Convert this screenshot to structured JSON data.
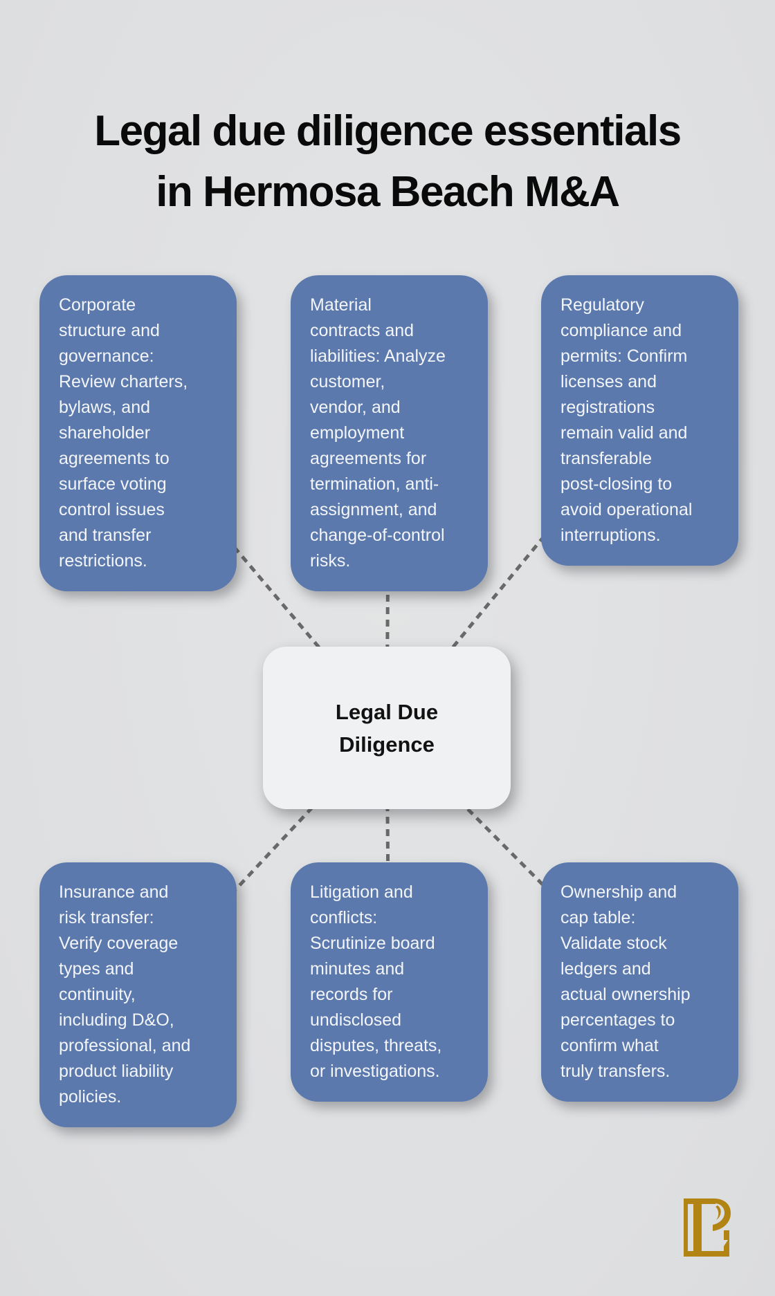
{
  "title": {
    "lines": [
      "Legal due diligence essentials",
      "in Hermosa Beach M&A"
    ]
  },
  "center_node": {
    "label_lines": [
      "Legal Due",
      "Diligence"
    ]
  },
  "nodes": [
    {
      "id": "corporate-structure",
      "lines": [
        "Corporate",
        "structure and",
        "governance:",
        "Review charters,",
        "bylaws, and",
        "shareholder",
        "agreements to",
        "surface voting",
        "control issues",
        "and transfer",
        "restrictions."
      ]
    },
    {
      "id": "material-contracts",
      "lines": [
        "Material",
        "contracts and",
        "liabilities: Analyze",
        "customer,",
        "vendor, and",
        "employment",
        "agreements for",
        "termination, anti-",
        "assignment, and",
        "change-of-control",
        "risks."
      ]
    },
    {
      "id": "regulatory-compliance",
      "lines": [
        "Regulatory",
        "compliance and",
        "permits: Confirm",
        "licenses and",
        "registrations",
        "remain valid and",
        "transferable",
        "post-closing to",
        "avoid operational",
        "interruptions."
      ]
    },
    {
      "id": "insurance-risk-transfer",
      "lines": [
        "Insurance and",
        "risk transfer:",
        "Verify coverage",
        "types and",
        "continuity,",
        "including D&O,",
        "professional, and",
        "product liability",
        "policies."
      ]
    },
    {
      "id": "litigation-conflicts",
      "lines": [
        "Litigation and",
        "conflicts:",
        "Scrutinize board",
        "minutes and",
        "records for",
        "undisclosed",
        "disputes, threats,",
        "or investigations."
      ]
    },
    {
      "id": "ownership-cap-table",
      "lines": [
        "Ownership and",
        "cap table:",
        "Validate stock",
        "ledgers and",
        "actual ownership",
        "percentages to",
        "confirm what",
        "truly transfers."
      ]
    }
  ],
  "logo": {
    "monogram": "PL"
  },
  "colors": {
    "background": "#e0e1e2",
    "node_fill": "#5b79ad",
    "node_text": "#f3f5f8",
    "center_fill": "#f0f1f2",
    "center_text": "#121212",
    "connector": "#696969",
    "title_text": "#0a0a0a",
    "logo_gold": "#b28414"
  }
}
